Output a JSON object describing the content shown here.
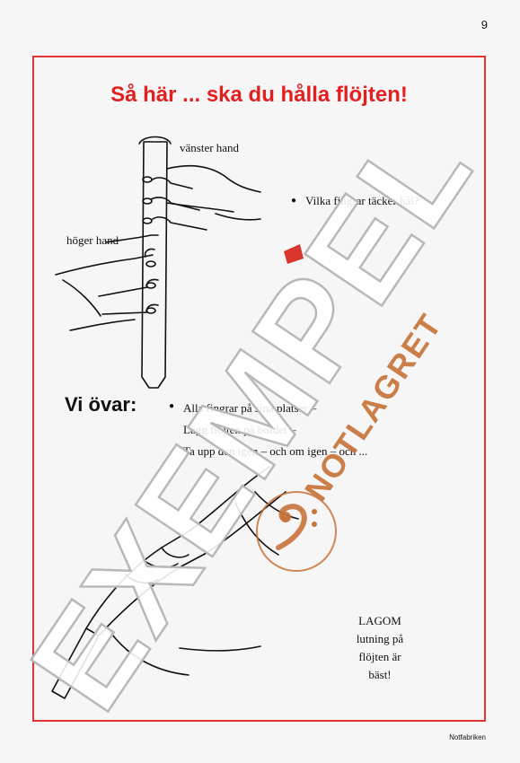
{
  "page": {
    "number": "9",
    "footer": "Notfabriken"
  },
  "title": "Så här ... ska du hålla flöjten!",
  "labels": {
    "left_hand": "vänster hand",
    "right_hand": "höger hand"
  },
  "question": "Vilka fingrar täcker hål?",
  "exercise": {
    "heading": "Vi övar:",
    "lines": [
      "Alla fingrar på sina platser –",
      "Lägg flöjten på bordet –",
      "Ta upp den igen – och om igen – och ..."
    ]
  },
  "note": [
    "LAGOM",
    "lutning på",
    "flöjten är",
    "bäst!"
  ],
  "watermark": {
    "main": "EXEMPEL",
    "sub": "NOTLAGRET"
  },
  "colors": {
    "frame": "#e23434",
    "title": "#e32020",
    "stamp": "#c8733a"
  }
}
